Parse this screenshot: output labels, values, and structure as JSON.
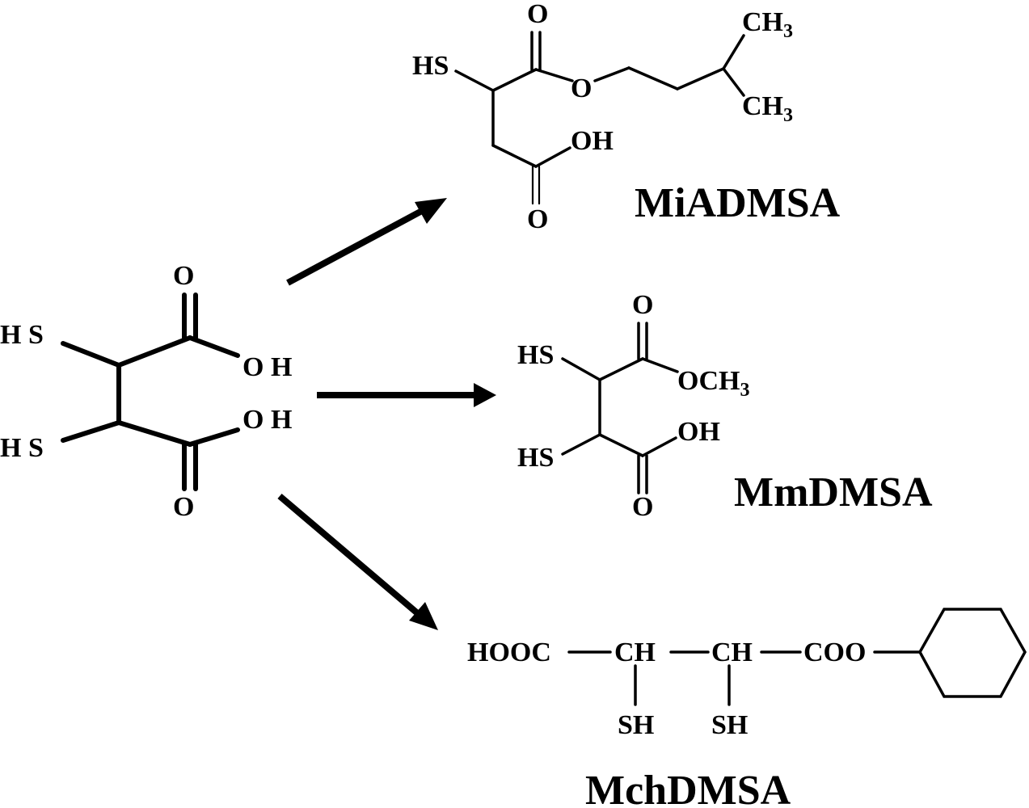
{
  "parent": {
    "labels": {
      "hs_top": "H S",
      "hs_bottom": "H S",
      "o_top": "O",
      "o_bottom": "O",
      "oh_top": "O H",
      "oh_bottom": "O H"
    }
  },
  "miadmsa": {
    "name": "MiADMSA",
    "labels": {
      "hs": "HS",
      "o_carbonyl": "O",
      "o_ester": "O",
      "ch3_top": "CH",
      "ch3_top_sub": "3",
      "ch3_bottom": "CH",
      "ch3_bottom_sub": "3",
      "oh": "OH",
      "o_acid": "O"
    }
  },
  "mmdmsa": {
    "name": "MmDMSA",
    "labels": {
      "hs_top": "HS",
      "hs_bottom": "HS",
      "o_top": "O",
      "och3": "OCH",
      "och3_sub": "3",
      "oh": "OH",
      "o_bottom": "O"
    }
  },
  "mchdmsa": {
    "name": "MchDMSA",
    "labels": {
      "hooc": "HOOC",
      "ch_left": "CH",
      "ch_right": "CH",
      "coo": "COO",
      "sh_left": "SH",
      "sh_right": "SH"
    }
  },
  "colors": {
    "ink": "#000000",
    "background": "#ffffff"
  }
}
